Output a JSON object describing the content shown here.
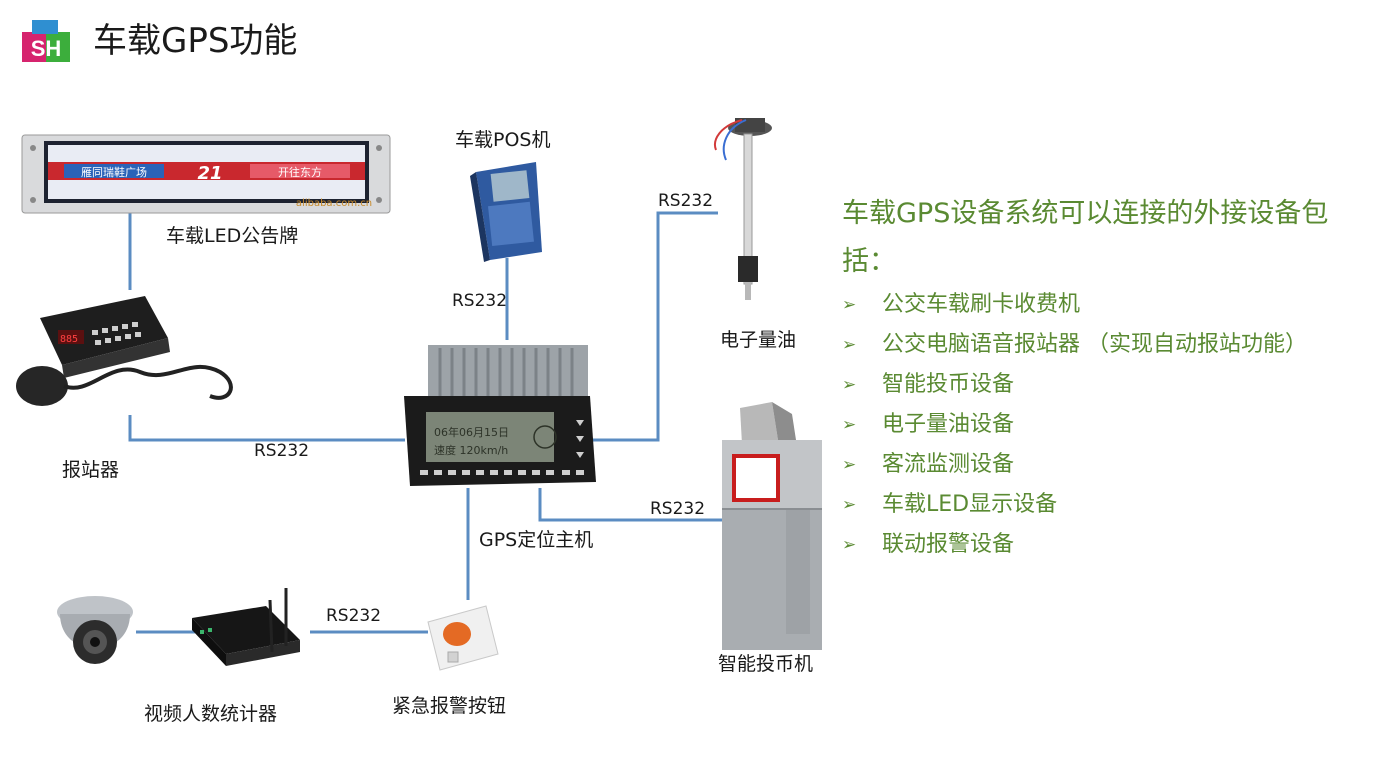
{
  "header": {
    "logo_text": "SH",
    "title": "车载GPS功能"
  },
  "devices": {
    "led_board": {
      "label": "车载LED公告牌",
      "screen_text_left": "雁同瑞鞋广场",
      "screen_text_mid": "21",
      "screen_text_right": "开往东方",
      "watermark": "alibaba.com.cn"
    },
    "pos": {
      "label": "车载POS机"
    },
    "fuel_sensor": {
      "label": "电子量油"
    },
    "announcer": {
      "label": "报站器",
      "display": "885"
    },
    "host": {
      "label": "GPS定位主机",
      "screen_line1": "06年06月15日",
      "screen_line2": "速度 120km/h"
    },
    "coin_box": {
      "label": "智能投币机"
    },
    "counter": {
      "label": "视频人数统计器"
    },
    "alarm": {
      "label": "紧急报警按钮"
    }
  },
  "links": {
    "pos": "RS232",
    "fuel": "RS232",
    "announcer": "RS232",
    "coin": "RS232",
    "alarm": "RS232"
  },
  "panel": {
    "intro": "车载GPS设备系统可以连接的外接设备包括：",
    "bullet_symbol": "➢",
    "items": [
      " 公交车载刷卡收费机",
      "公交电脑语音报站器 （实现自动报站功能）",
      "智能投币设备",
      "电子量油设备",
      "客流监测设备",
      "车载LED显示设备",
      "联动报警设备"
    ]
  },
  "colors": {
    "accent_green": "#5a8a32",
    "line_blue": "#5b8cc2",
    "logo_pink": "#d6246e",
    "logo_blue": "#2f8fd1",
    "logo_green": "#3cae3c"
  }
}
